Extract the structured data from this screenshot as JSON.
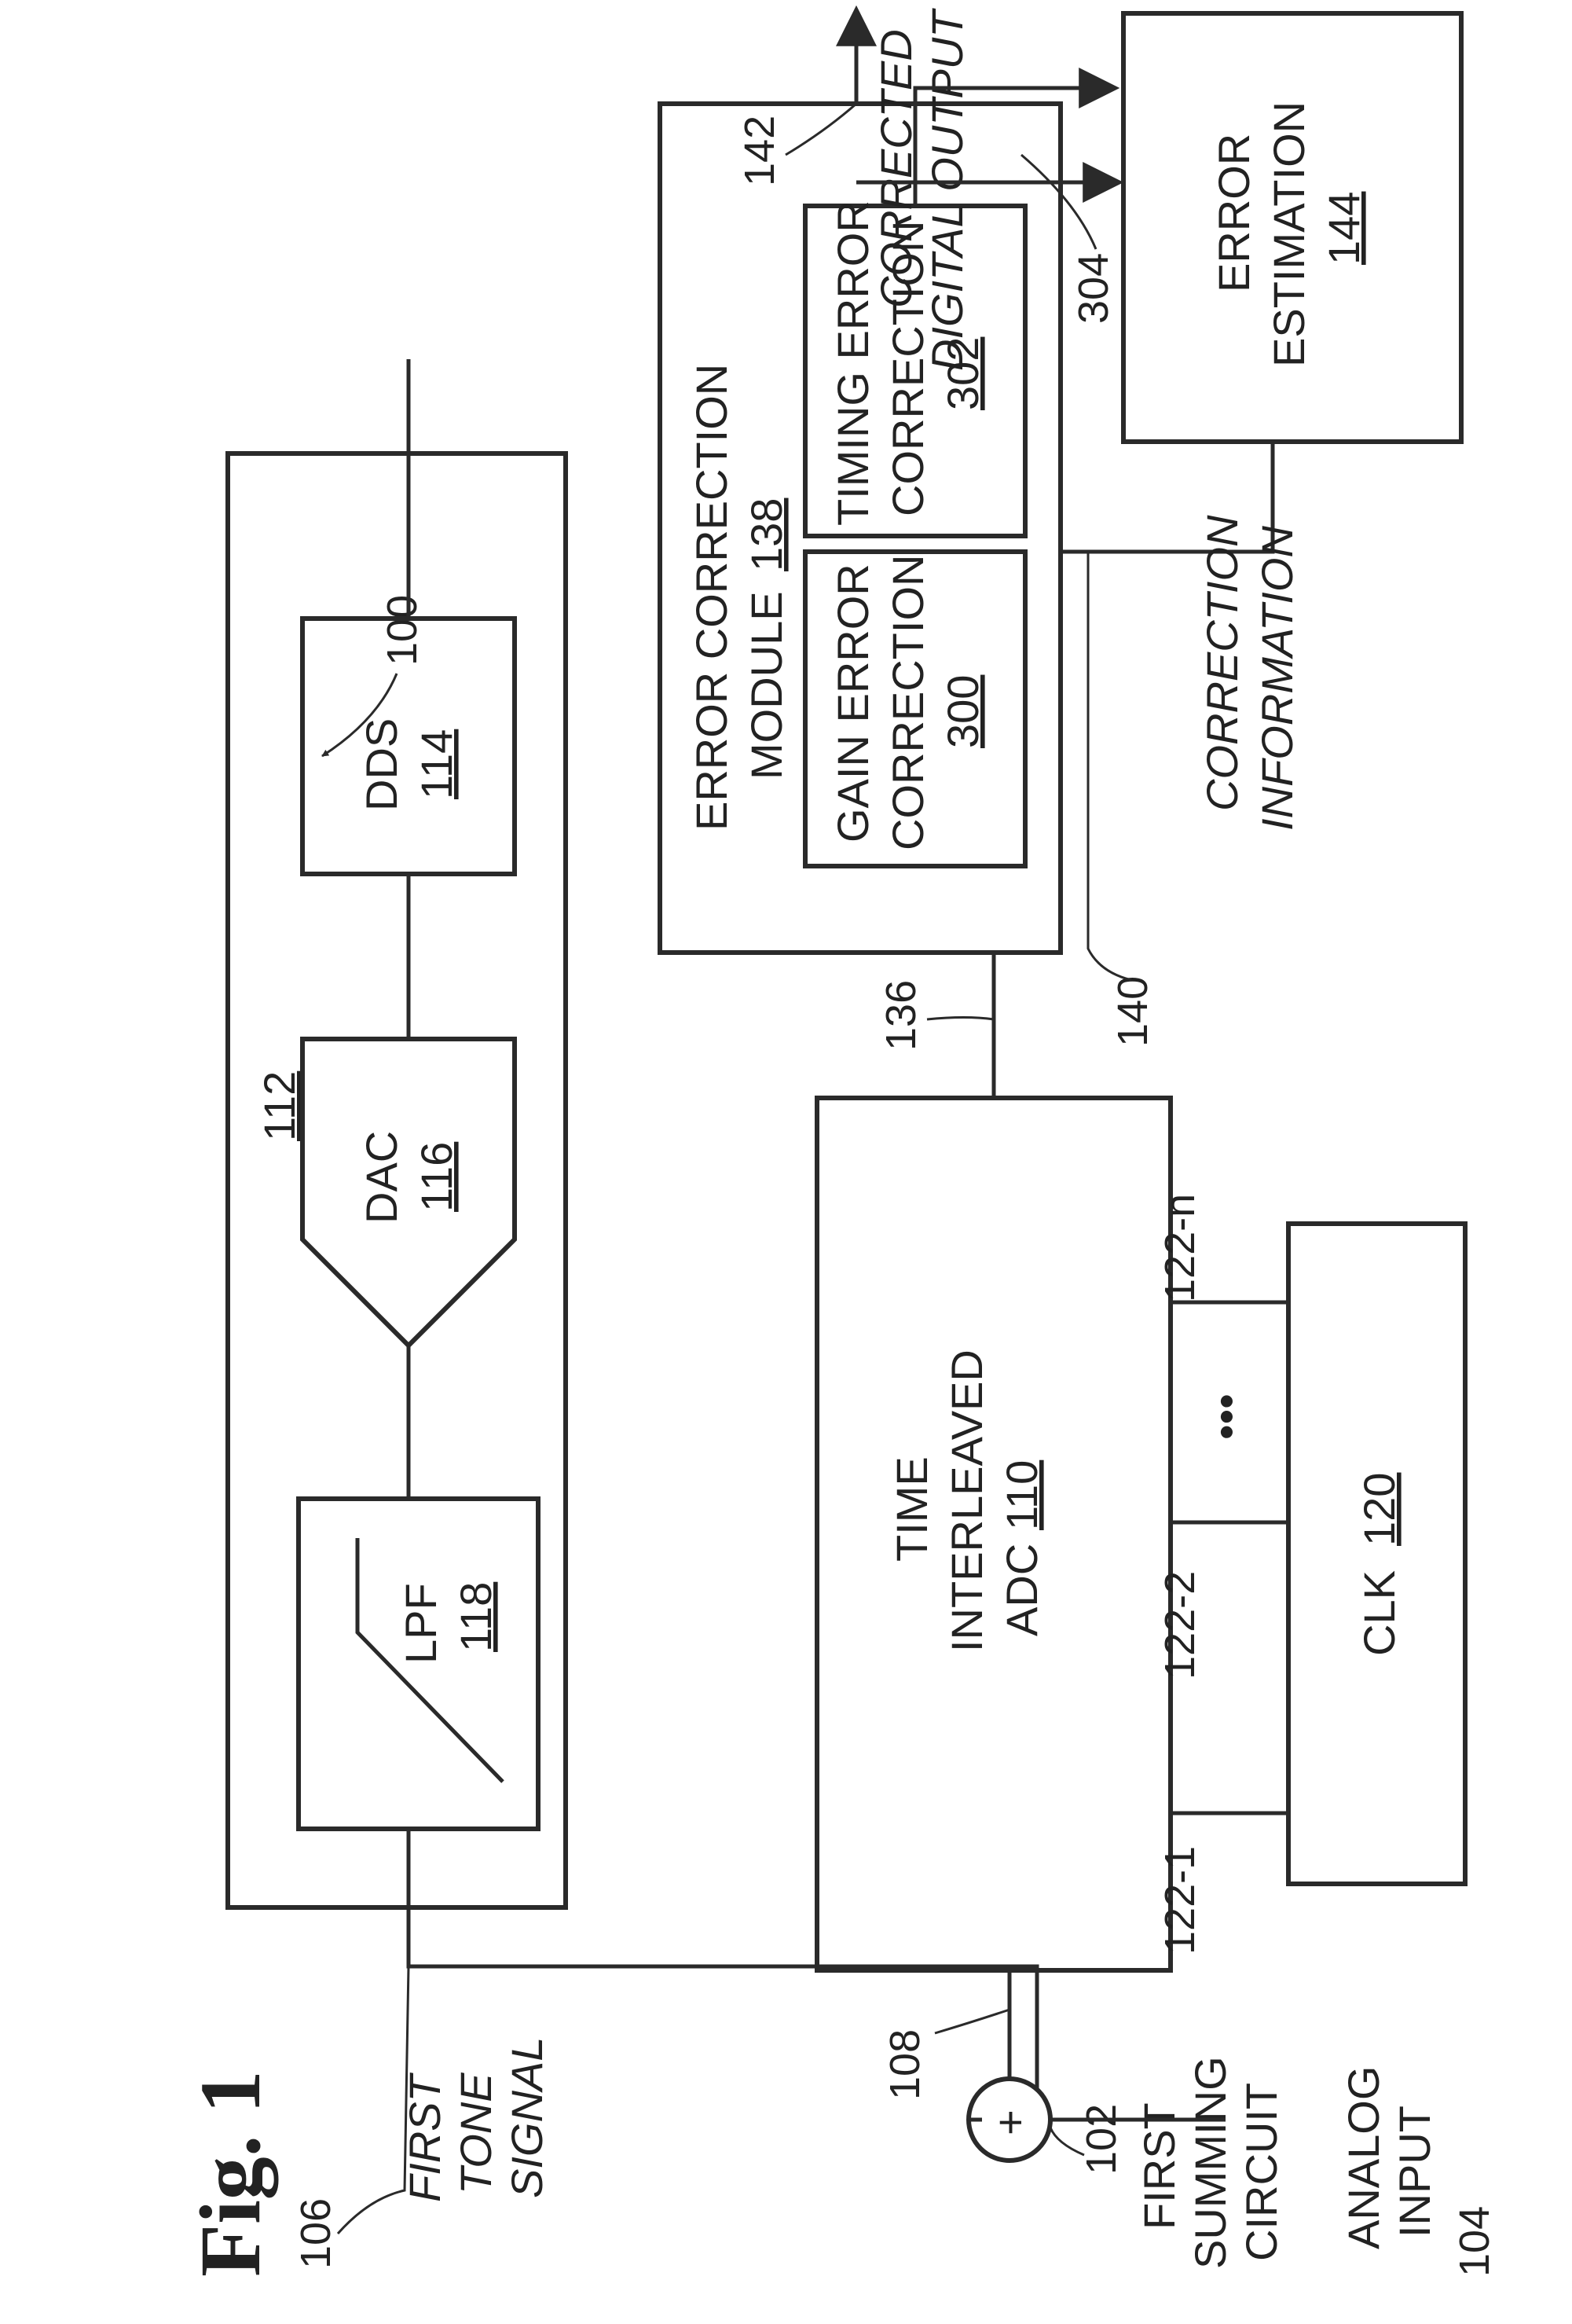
{
  "figure": {
    "title": "Fig. 1",
    "system_ref": "100"
  },
  "blocks": {
    "tone_generator": {
      "ref": "112"
    },
    "lpf": {
      "name": "LPF",
      "ref": "118"
    },
    "dac": {
      "name": "DAC",
      "ref": "116"
    },
    "dds": {
      "name": "DDS",
      "ref": "114"
    },
    "adc": {
      "line1": "TIME",
      "line2": "INTERLEAVED",
      "line3": "ADC",
      "ref": "110"
    },
    "clk": {
      "name": "CLK",
      "ref": "120"
    },
    "ecm": {
      "line1": "ERROR CORRECTION",
      "line2": "MODULE",
      "ref": "138"
    },
    "gain": {
      "line1": "GAIN ERROR",
      "line2": "CORRECTION",
      "ref": "300"
    },
    "timing": {
      "line1": "TIMING ERROR",
      "line2": "CORRECTION",
      "ref": "302"
    },
    "error_est": {
      "line1": "ERROR",
      "line2": "ESTIMATION",
      "ref": "144"
    }
  },
  "signals": {
    "analog_input": {
      "line1": "ANALOG",
      "line2": "INPUT",
      "ref": "104"
    },
    "summing": {
      "symbol": "+",
      "ref": "102",
      "line1": "FIRST",
      "line2": "SUMMING",
      "line3": "CIRCUIT"
    },
    "first_tone": {
      "ref": "106",
      "line1": "FIRST",
      "line2": "TONE",
      "line3": "SIGNAL"
    },
    "sum_out_ref": "108",
    "adc_out_ref": "136",
    "clk_lines": {
      "l1": "122-1",
      "l2": "122-2",
      "ln": "122-n",
      "dots": "•••"
    },
    "corrected_output": {
      "line1": "CORRECTED",
      "line2": "DIGITAL OUTPUT",
      "ref": "142"
    },
    "timing_feedback_ref": "304",
    "correction_info": {
      "line1": "CORRECTION",
      "line2": "INFORMATION",
      "ref": "140"
    }
  }
}
